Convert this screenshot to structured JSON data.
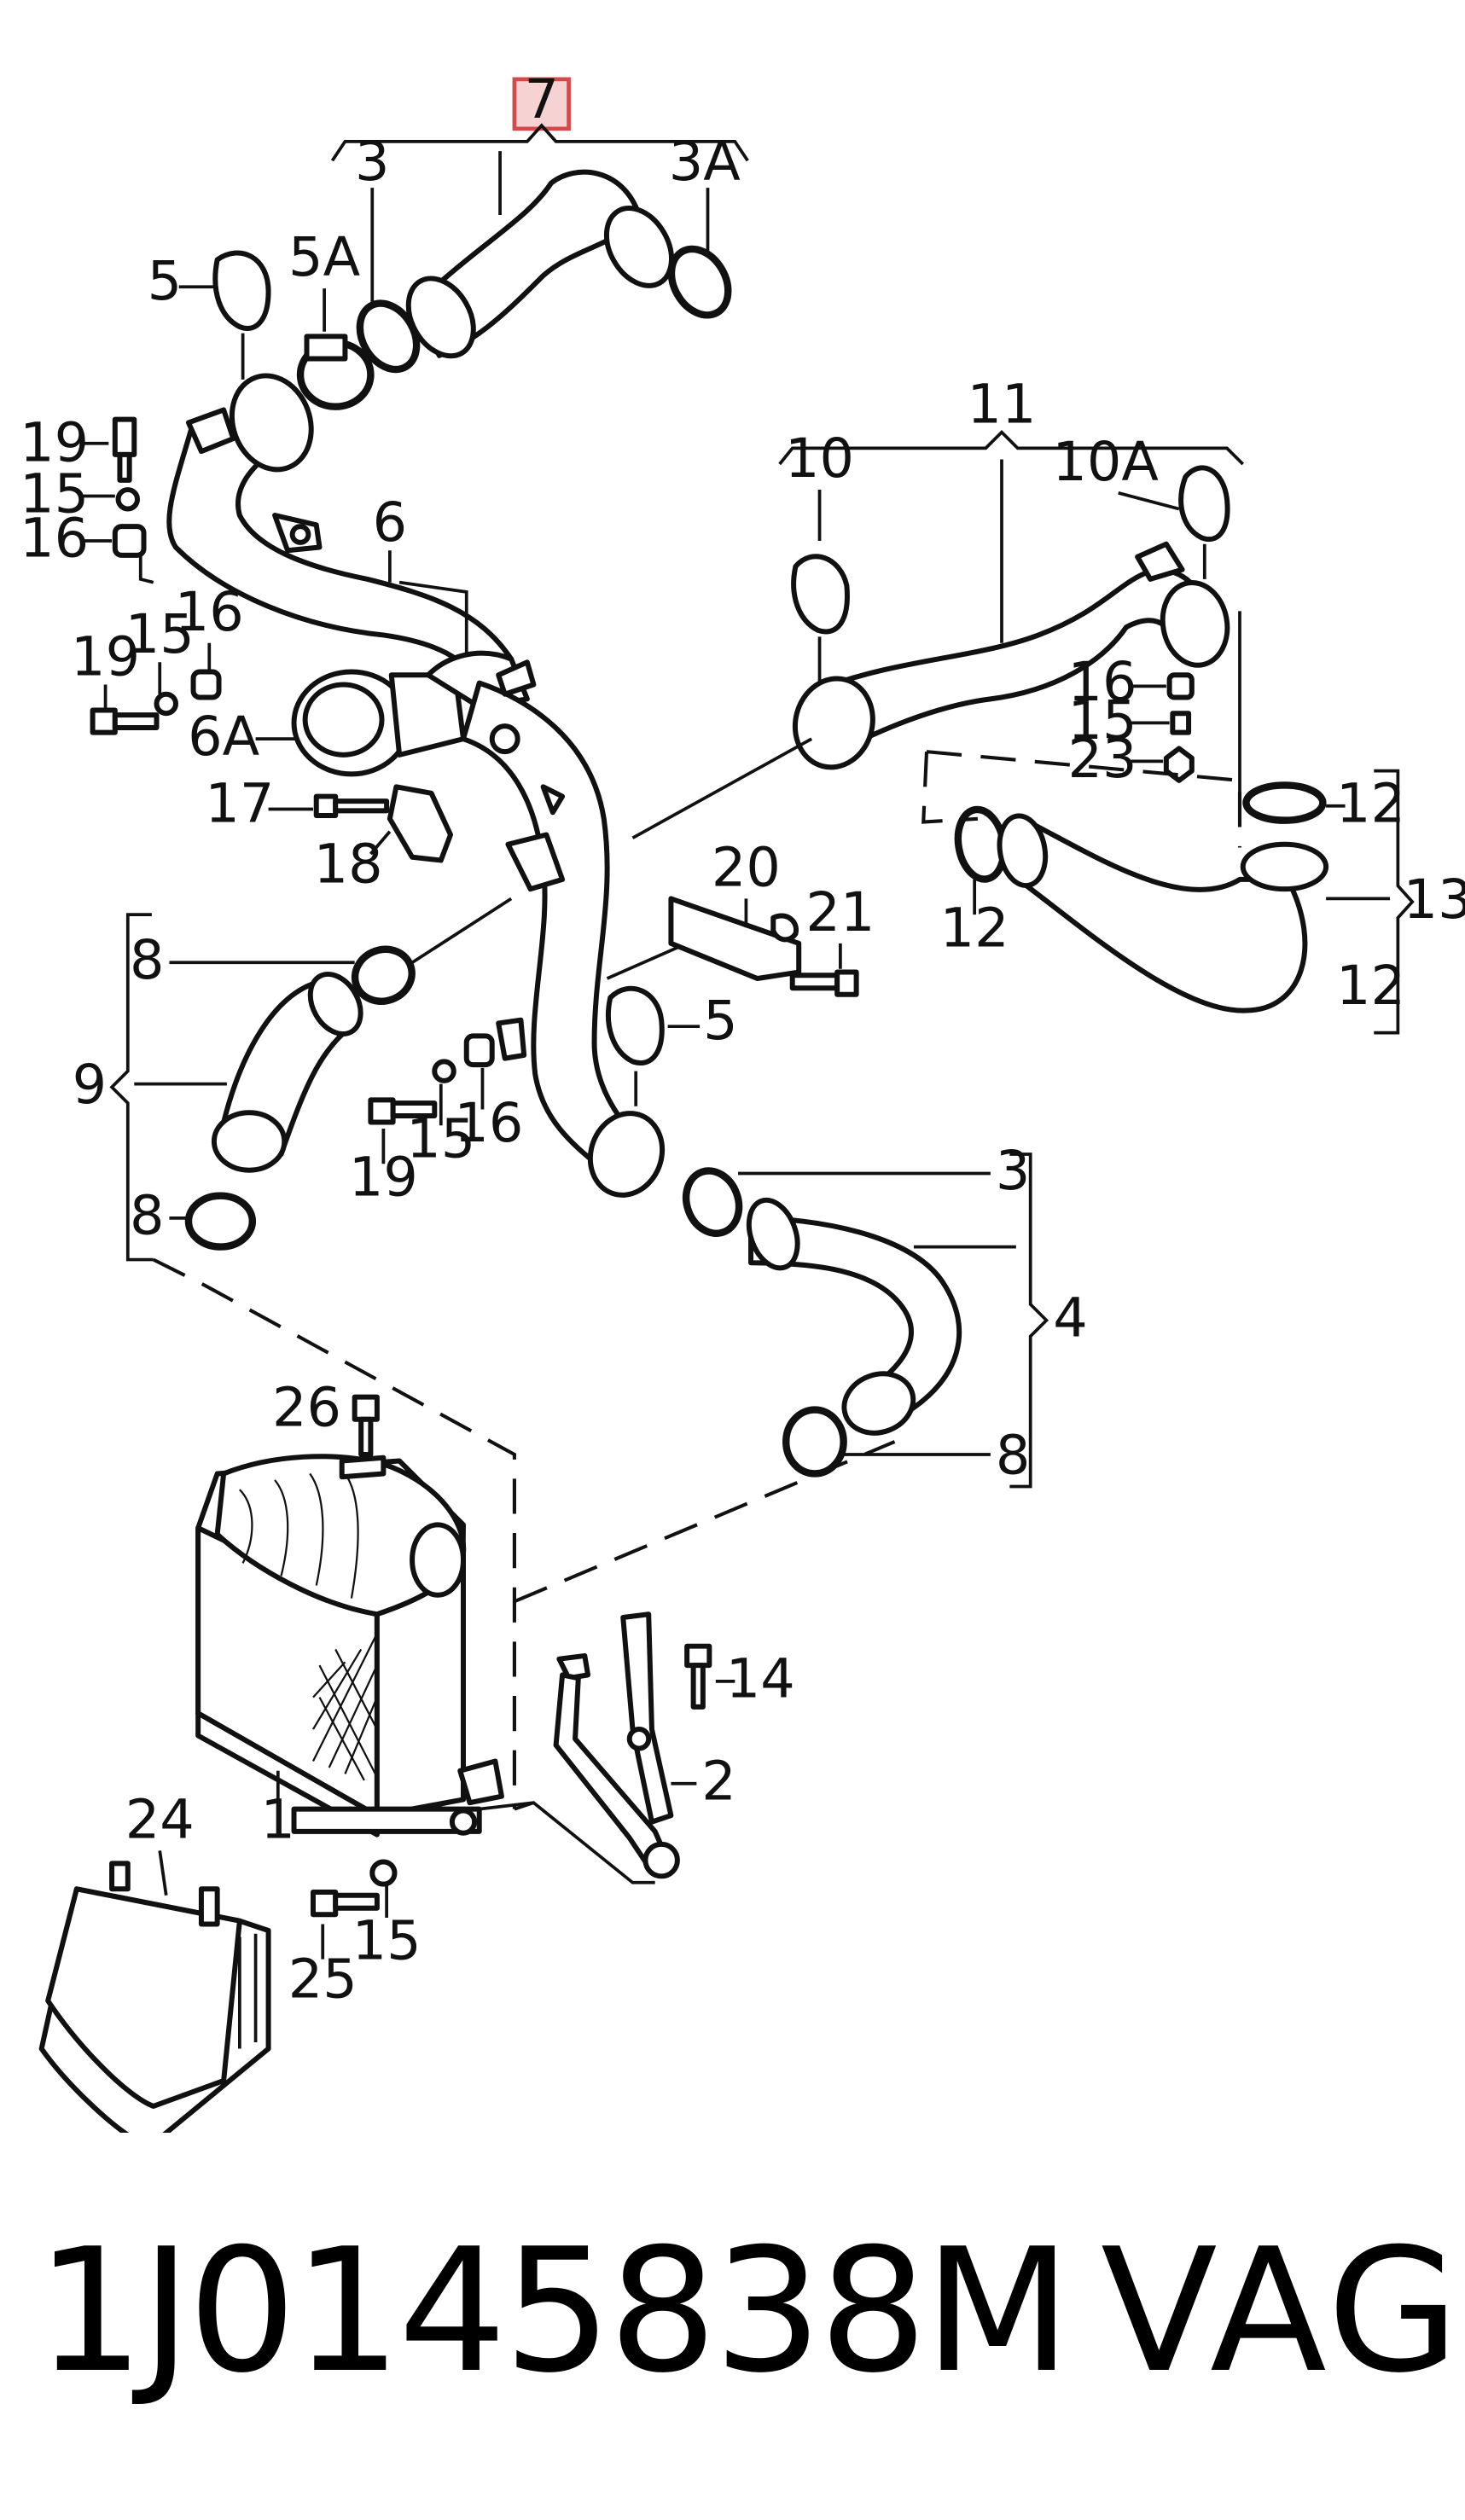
{
  "labels": {
    "l7": "7",
    "l3_top": "3",
    "l3a": "3A",
    "l5_top": "5",
    "l5a": "5A",
    "l19_top": "19",
    "l15_top": "15",
    "l16_top": "16",
    "l6": "6",
    "l19_mid": "19",
    "l15_mid": "15",
    "l16_mid": "16",
    "l6a": "6A",
    "l17": "17",
    "l18": "18",
    "l11": "11",
    "l10": "10",
    "l10a": "10A",
    "l16_right": "16",
    "l15_right": "15",
    "l23": "23",
    "l12_a": "12",
    "l12_b": "12",
    "l12_c": "12",
    "l13": "13",
    "l20": "20",
    "l21": "21",
    "l5_mid": "5",
    "l8_a": "8",
    "l9": "9",
    "l8_b": "8",
    "l19_low": "19",
    "l15_low": "15",
    "l16_low": "16",
    "l3_low": "3",
    "l4": "4",
    "l8_c": "8",
    "l26": "26",
    "l14": "14",
    "l2": "2",
    "l1": "1",
    "l24": "24",
    "l25": "25",
    "l15_bottom": "15"
  },
  "footer": {
    "part_number": "1J0145838M",
    "brand": "VAG"
  },
  "colors": {
    "line": "#111111",
    "highlight_fill": "#f6d2d2",
    "highlight_stroke": "#d24a4a",
    "background": "#ffffff"
  }
}
